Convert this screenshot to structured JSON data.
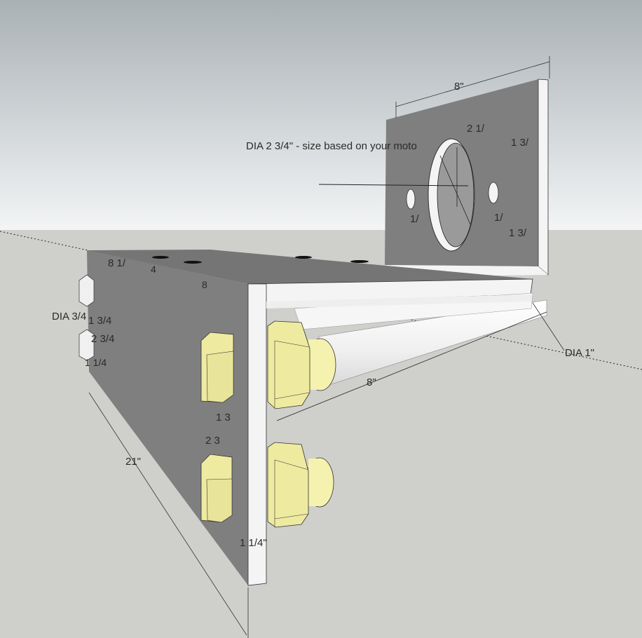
{
  "note": "DIA 2 3/4\" - size based on your moto",
  "dims": {
    "top_width": "8\"",
    "top_2_1": "2 1/",
    "top_1_3a": "1 3/",
    "top_half_left": "1/",
    "top_half_right": "1/",
    "top_1_3b": "1 3/",
    "base_8_1": "8 1/",
    "base_4": "4",
    "base_8": "8",
    "dia_3_4": "DIA 3/4",
    "left_1_3_4": "1 3/4",
    "left_2_3_4": "2 3/4",
    "left_1_1_4": "1 1/4",
    "dia_1": "DIA 1\"",
    "rod_length": "8\"",
    "web_1_3": "1 3",
    "web_2_3": "2 3",
    "length_21": "21\"",
    "bottom_1_1_4": "1 1/4\""
  },
  "colors": {
    "sky_top": "#a9b1b5",
    "sky_bottom": "#f3f5f6",
    "ground": "#cfcfcc",
    "plate": "#7f7f7f",
    "plate_dark": "#6f6f6f",
    "edge": "#f4f4f4",
    "nut": "#eeeaa0",
    "nut_shade": "#d9d48a",
    "rod": "#f2f2f2"
  }
}
